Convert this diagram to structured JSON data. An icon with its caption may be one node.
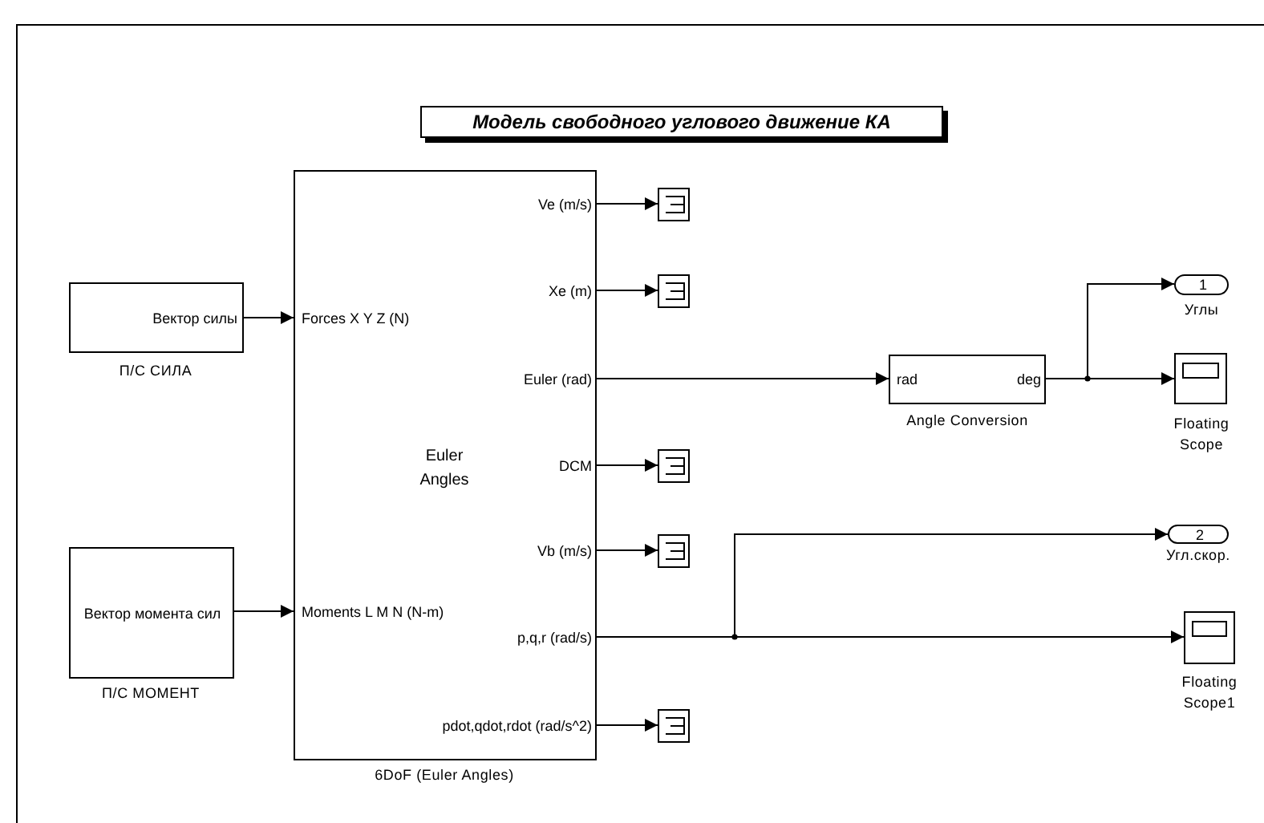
{
  "diagram": {
    "title": "Модель свободного углового движение КА",
    "nodes": [
      {
        "text": [
          "Вектор силы"
        ],
        "beside": [
          "П/С СИЛА"
        ]
      },
      {
        "text": [
          "Вектор момента сил"
        ],
        "beside": [
          "П/С МОМЕНТ"
        ]
      },
      {
        "text": [
          "Ve (m/s)",
          "Xe (m)",
          "Forces X Y Z (N)",
          "Euler (rad)",
          "Euler Angles",
          "DCM",
          "Vb (m/s)",
          "Moments L M N (N-m)",
          "p,q,r (rad/s)",
          "pdot,qdot,rdot (rad/s^2)"
        ],
        "beside": [
          "6DoF (Euler Angles)"
        ]
      },
      {
        "text": [],
        "shape": "box"
      },
      {
        "text": [],
        "shape": "box"
      },
      {
        "text": [],
        "shape": "box"
      },
      {
        "text": [],
        "shape": "box"
      },
      {
        "text": [],
        "shape": "box"
      },
      {
        "text": [
          "rad",
          "deg"
        ],
        "beside": [
          "Angle Conversion"
        ]
      },
      {
        "text": [
          "1"
        ],
        "beside": [
          "Углы"
        ]
      },
      {
        "text": [],
        "shape": "box",
        "beside": [
          "Floating Scope"
        ]
      },
      {
        "text": [
          "2"
        ],
        "beside": [
          "Угл.скор."
        ]
      },
      {
        "text": [],
        "shape": "box",
        "beside": [
          "Floating Scope1"
        ]
      }
    ],
    "edges": [
      {
        "from": 0,
        "to": 2,
        "arrow": "to"
      },
      {
        "from": 1,
        "to": 2,
        "arrow": "to"
      },
      {
        "from": 2,
        "to": 3,
        "arrow": "to"
      },
      {
        "from": 2,
        "to": 4,
        "arrow": "to"
      },
      {
        "from": 2,
        "to": 8,
        "arrow": "to"
      },
      {
        "from": 2,
        "to": 5,
        "arrow": "to"
      },
      {
        "from": 2,
        "to": 6,
        "arrow": "to"
      },
      {
        "from": 2,
        "to": 11,
        "arrow": "to"
      },
      {
        "from": 2,
        "to": 12,
        "arrow": "to"
      },
      {
        "from": 2,
        "to": 7,
        "arrow": "to"
      },
      {
        "from": 8,
        "to": 9,
        "arrow": "to"
      },
      {
        "from": 8,
        "to": 10,
        "arrow": "to"
      }
    ]
  }
}
